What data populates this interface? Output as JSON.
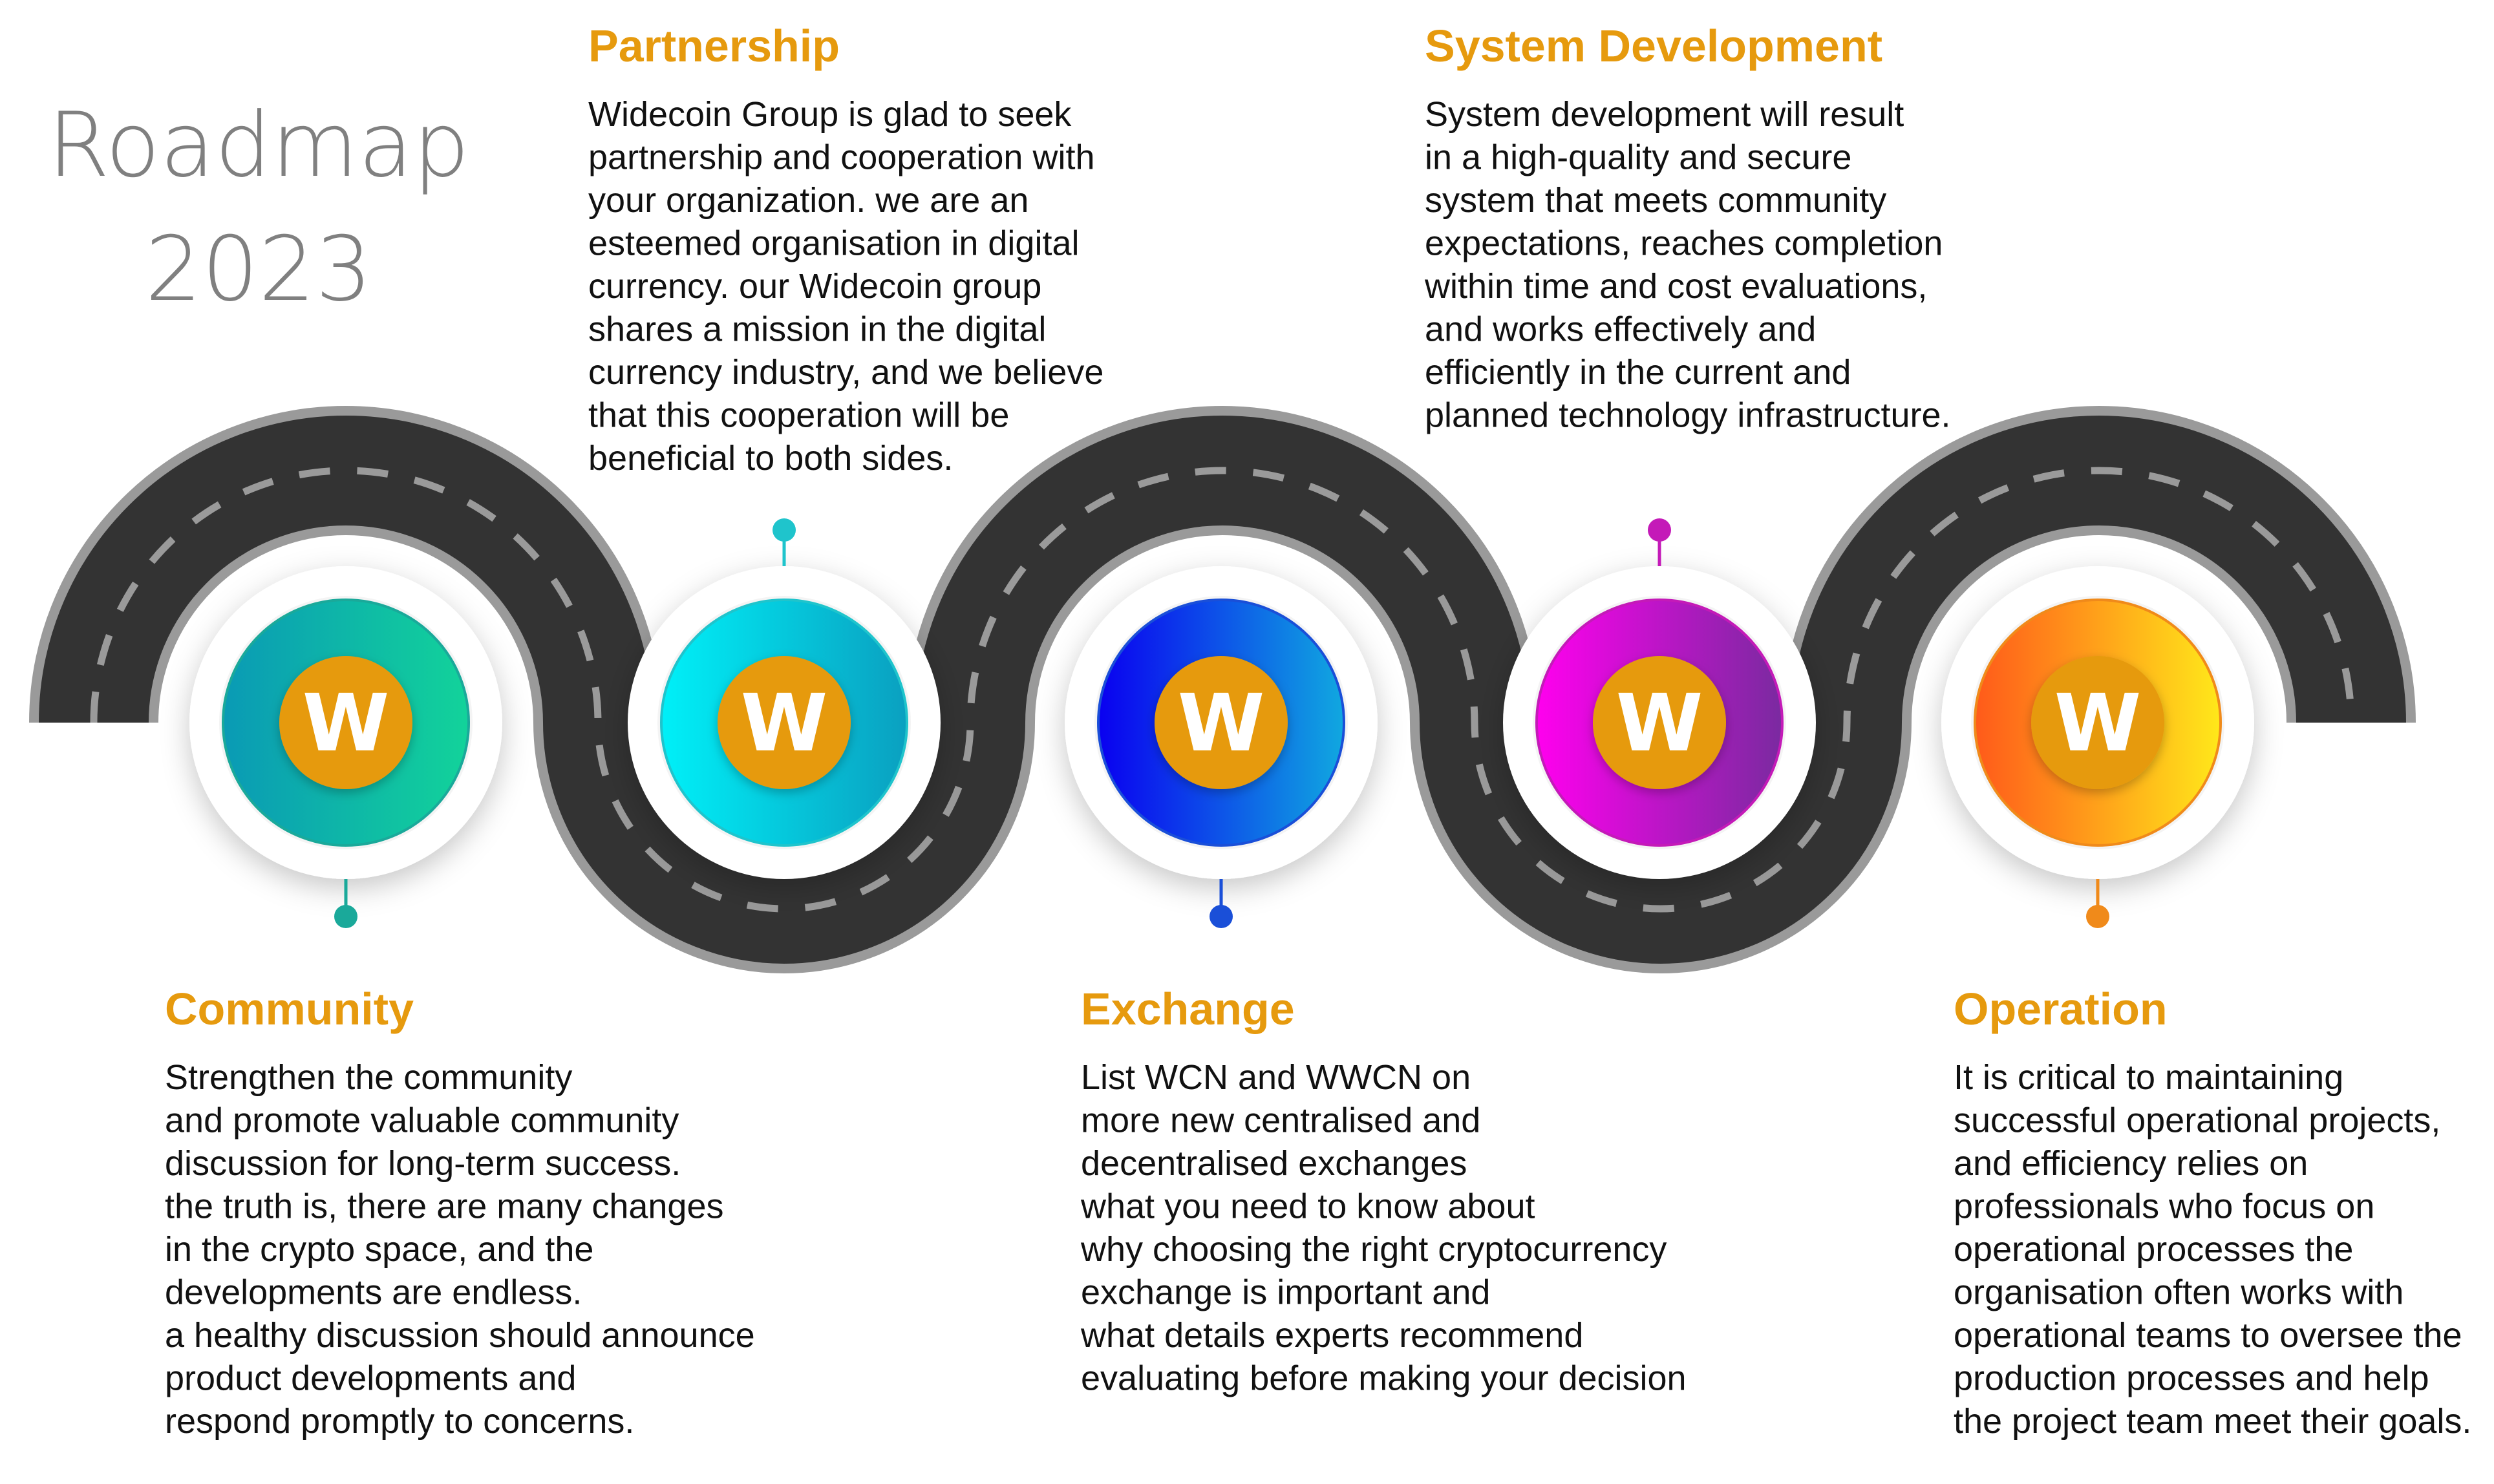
{
  "title": {
    "line1": "Roadmap",
    "line2": "2023"
  },
  "coin_letter": "W",
  "nodes": [
    {
      "title": "Community",
      "color": "#1aa99a",
      "gradient": [
        "#0a9ab5",
        "#12d39a"
      ],
      "lines": [
        "Strengthen the community",
        "and promote valuable community",
        "discussion for long-term success.",
        "the truth is, there are many changes",
        "in the crypto space, and the",
        "developments are endless.",
        "a healthy discussion should announce",
        "product developments and",
        "respond promptly to concerns."
      ]
    },
    {
      "title": "Partnership",
      "color": "#1fc4cc",
      "gradient": [
        "#00f0f8",
        "#0aa0c0"
      ],
      "lines": [
        "Widecoin Group is glad to seek",
        "partnership and cooperation with",
        "your organization. we are an",
        "esteemed organisation in digital",
        "currency. our Widecoin group",
        "shares a mission in the digital",
        "currency industry, and we believe",
        "that this cooperation will be",
        "beneficial to both sides."
      ]
    },
    {
      "title": "Exchange",
      "color": "#1a4fd8",
      "gradient": [
        "#0a00f0",
        "#10a8e0"
      ],
      "lines": [
        "List WCN and WWCN on",
        "more new centralised and",
        "decentralised exchanges",
        "what you need to know about",
        "why choosing the right cryptocurrency",
        "exchange is important and",
        "what details experts recommend",
        "evaluating before making your decision"
      ]
    },
    {
      "title": "System Development",
      "color": "#c41ab8",
      "gradient": [
        "#ff00ee",
        "#7a2aa0"
      ],
      "lines": [
        "System development will result",
        "in a high-quality and secure",
        "system that meets community",
        "expectations, reaches completion",
        "within time and cost evaluations,",
        "and works effectively and",
        "efficiently in the current and",
        "planned technology infrastructure."
      ]
    },
    {
      "title": "Operation",
      "color": "#f08a1a",
      "gradient": [
        "#ff5a1a",
        "#ffe81a"
      ],
      "lines": [
        "It is critical to maintaining",
        "successful operational projects,",
        "and efficiency relies on",
        "professionals who focus on",
        "operational processes the",
        "organisation often works with",
        "operational teams to oversee the",
        "production processes and help",
        "the project team meet their goals."
      ]
    }
  ],
  "colors": {
    "road": "#333333",
    "road_edge": "#9a9a9a",
    "lane_dash": "#9a9a9a",
    "coin": "#e69a0e",
    "heading": "#e69a0e",
    "body_text": "#111111",
    "title_text": "#808080"
  }
}
